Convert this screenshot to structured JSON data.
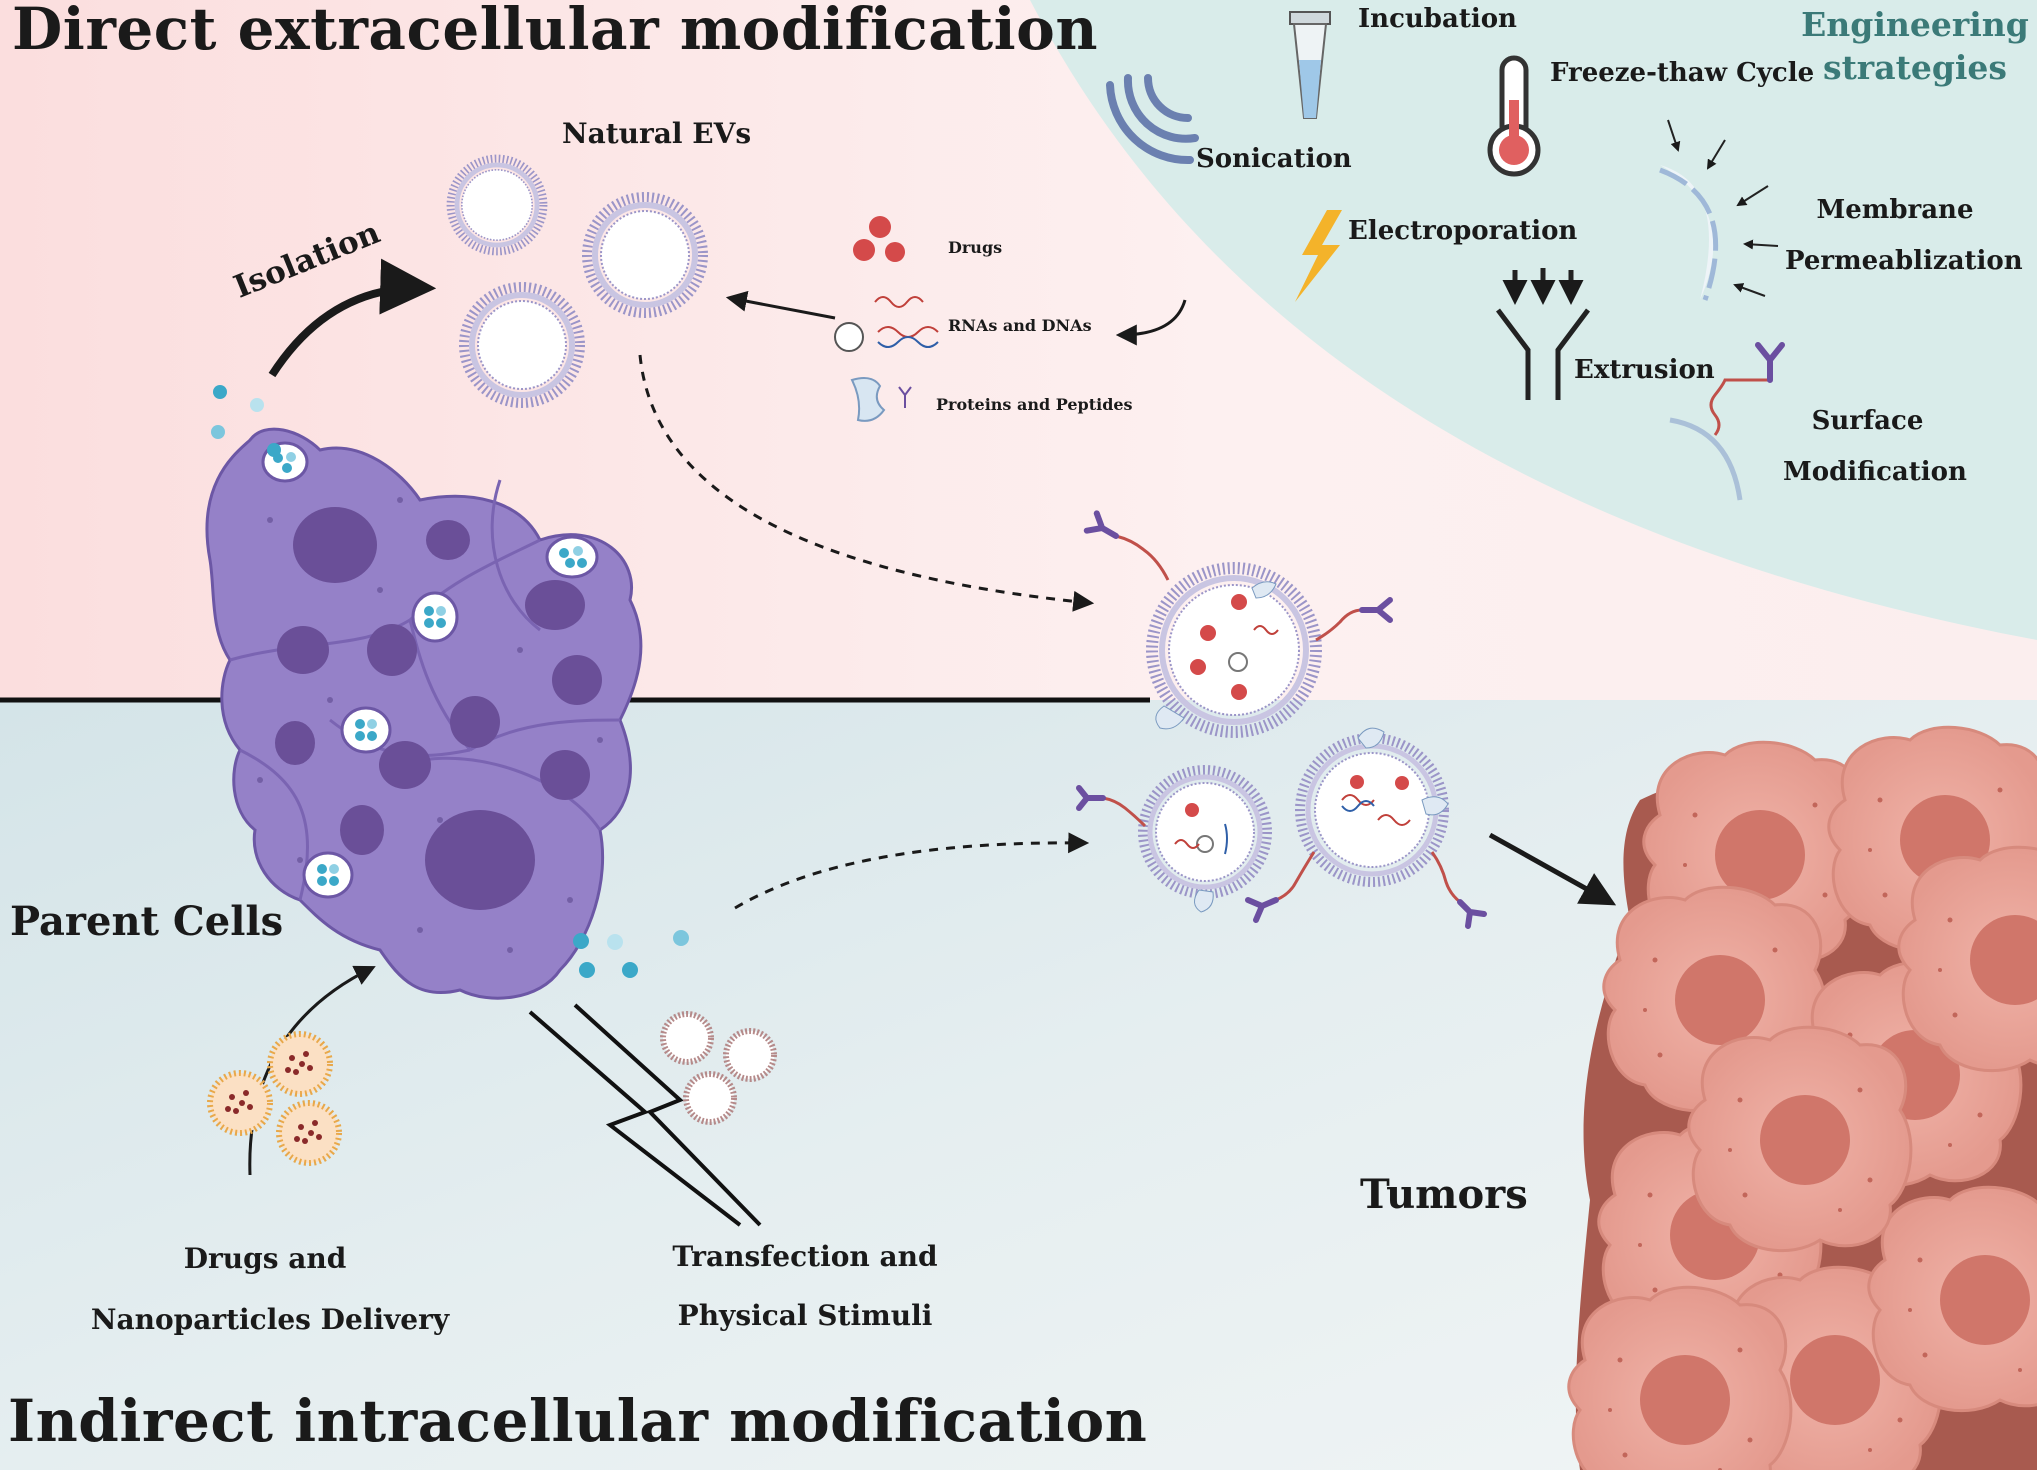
{
  "headings": {
    "top": "Direct extracellular modification",
    "bottom": "Indirect intracellular modification"
  },
  "labels": {
    "natural_evs": "Natural EVs",
    "isolation": "Isolation",
    "parent_cells": "Parent Cells",
    "tumors": "Tumors",
    "drugs_delivery_line1": "Drugs and",
    "drugs_delivery_line2": "Nanoparticles Delivery",
    "transfection_line1": "Transfection and",
    "transfection_line2": "Physical Stimuli"
  },
  "cargo": {
    "drugs": "Drugs",
    "rnas_dnas": "RNAs and DNAs",
    "proteins_peptides": "Proteins and Peptides"
  },
  "engineering": {
    "title_line1": "Engineering",
    "title_line2": "strategies",
    "incubation": "Incubation",
    "freeze_thaw": "Freeze-thaw Cycle",
    "sonication": "Sonication",
    "electroporation": "Electroporation",
    "membrane_line1": "Membrane",
    "membrane_line2": "Permeablization",
    "extrusion": "Extrusion",
    "surface_line1": "Surface",
    "surface_line2": "Modification"
  },
  "colors": {
    "top_bg": "#fbe8e8",
    "bottom_bg": "#dde9ec",
    "engineering_panel": "#d8ecea",
    "parent_cell": "#8f7ac4",
    "parent_nucleus": "#6a4f98",
    "tumor_cell": "#e8a398",
    "tumor_dark": "#9b4a40",
    "ev_membrane": "#8e87bf",
    "drug_red": "#d44a4a",
    "dna_blue": "#2f5fa8",
    "antibody_purple": "#6b4fa0",
    "cargo_cyan": "#3ba8c8"
  }
}
